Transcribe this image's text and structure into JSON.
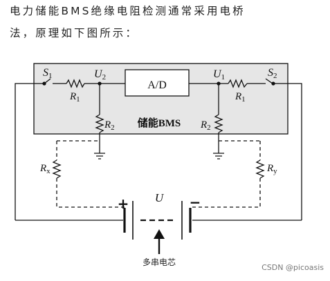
{
  "intro": {
    "line1": "电力储能BMS绝缘电阻检测通常采用电桥",
    "line2": "法，原理如下图所示："
  },
  "diagram": {
    "ad_label": "A/D",
    "bms_label": "储能BMS",
    "switch_left": {
      "main": "S",
      "sub": "1"
    },
    "switch_right": {
      "main": "S",
      "sub": "2"
    },
    "node_left": {
      "main": "U",
      "sub": "2"
    },
    "node_right": {
      "main": "U",
      "sub": "1"
    },
    "r1_left": {
      "main": "R",
      "sub": "1"
    },
    "r1_right": {
      "main": "R",
      "sub": "1"
    },
    "r2_left": {
      "main": "R",
      "sub": "2"
    },
    "r2_right": {
      "main": "R",
      "sub": "2"
    },
    "rx": {
      "main": "R",
      "sub": "x"
    },
    "ry": {
      "main": "R",
      "sub": "y"
    },
    "battery_voltage": "U",
    "plus_sign": "+",
    "minus_sign": "−",
    "cells_label": "多串电芯",
    "colors": {
      "bms_fill": "#e6e6e6",
      "line": "#111111",
      "ad_fill": "#ffffff"
    }
  },
  "watermark": "CSDN @picoasis"
}
